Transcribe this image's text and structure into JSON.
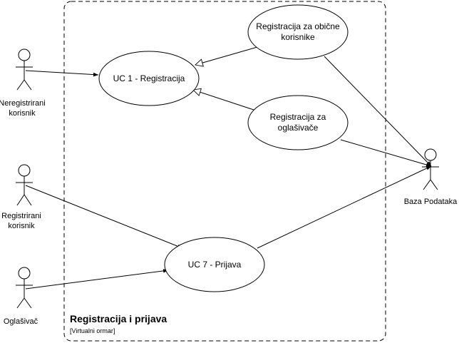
{
  "system": {
    "title": "Registracija i prijava",
    "subtitle": "[Virtualni ormar]"
  },
  "actors": {
    "neregistrirani": {
      "line1": "Neregistrirani",
      "line2": "korisnik"
    },
    "registrirani": {
      "line1": "Registrirani",
      "line2": "korisnik"
    },
    "oglasivac": {
      "line1": "Oglašivač"
    },
    "baza": {
      "line1": "Baza Podataka"
    }
  },
  "use_cases": {
    "uc1": {
      "line1": "UC 1 - Registracija"
    },
    "obicni": {
      "line1": "Registracija za obične",
      "line2": "korisnike"
    },
    "oglasivaci": {
      "line1": "Registracija za",
      "line2": "oglašivače"
    },
    "uc7": {
      "line1": "UC 7 - Prijava"
    }
  }
}
